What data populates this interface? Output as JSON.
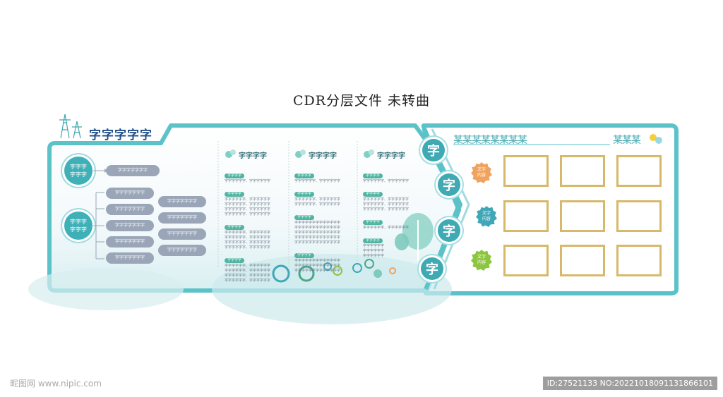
{
  "page_title": "CDR分层文件 未转曲",
  "left_panel": {
    "title": "字字字字字",
    "bubble_1": "字字字\n字字字",
    "bubble_2": "字字字\n字字字",
    "pill_top": "字字字字字字字",
    "pills_mid": [
      "字字字字字字字",
      "字字字字字字字",
      "字字字字字字字",
      "字字字字字字字",
      "字字字字字字字"
    ],
    "pills_right": [
      "字字字字字字字",
      "字字字字字字字",
      "字字字字字字字",
      "字字字字字字字"
    ]
  },
  "columns": [
    {
      "title": "字字字字",
      "sections": [
        {
          "label": "字字字字",
          "lines": [
            "字字字字字字、字字字字字字"
          ]
        },
        {
          "label": "字字字字",
          "lines": [
            "字字字字字字、字字字字字字",
            "字字字字字字、字字字字字字",
            "字字字字字字、字字字字字字",
            "字字字字字字、字字字字字字"
          ]
        },
        {
          "label": "字字字字",
          "lines": [
            "字字字字字字、字字字字字字",
            "字字字字字字、字字字字字字",
            "字字字字字字、字字字字字字",
            "字字字字字字、字字字字字字"
          ]
        },
        {
          "label": "字字字字",
          "lines": [
            "字字字字字字、字字字字字字",
            "字字字字字字、字字字字字字",
            "字字字字字字、字字字字字字",
            "字字字字字字、字字字字字字"
          ]
        }
      ]
    },
    {
      "title": "字字字字",
      "sections": [
        {
          "label": "字字字字",
          "lines": [
            "字字字字字字、字字字字字字"
          ]
        },
        {
          "label": "字字字字",
          "lines": [
            "字字字字字字、字字字字字字",
            "字字字字字字、字字字字字字"
          ]
        },
        {
          "label": "字字字字",
          "lines": [
            "字字字字字字字字字字字字字",
            "字字字字字字字字字字字字字",
            "字字字字字字字字字字字字字",
            "字字字字字字字字字字字字字",
            "字字字字字字字字字字字字字"
          ]
        },
        {
          "label": "字字字字",
          "lines": [
            "字字字字字字字字字字字字字",
            "字字字字字字字字字字字字字",
            "字字字字字字字字字字字字字"
          ]
        }
      ]
    },
    {
      "title": "字字字字",
      "sections": [
        {
          "label": "字字字字",
          "lines": [
            "字字字字字字、字字字字字字"
          ]
        },
        {
          "label": "字字字字",
          "lines": [
            "字字字字字字、字字字字字字",
            "字字字字字字、字字字字字字",
            "字字字字字字、字字字字字字"
          ]
        },
        {
          "label": "字字字字",
          "lines": [
            "字字字字字字、字字字字字字"
          ]
        },
        {
          "label": "字字字字",
          "lines": [
            "字字字字字字",
            "字字字字字字",
            "字字字字字字"
          ]
        }
      ]
    }
  ],
  "zi_circles": [
    "字",
    "字",
    "字",
    "字"
  ],
  "right_panel": {
    "title_left": "某某某某某某某某",
    "title_right": "某某某",
    "badges": [
      {
        "text": "文字\n内容",
        "color": "#f0a35e"
      },
      {
        "text": "文字\n内容",
        "color": "#3fa7b8"
      },
      {
        "text": "文字\n内容",
        "color": "#8cc63f"
      }
    ]
  },
  "watermark": "昵图网 www.nipic.com",
  "id_text": "ID:27521133 NO:20221018091131866101",
  "colors": {
    "teal": "#5bc2c8",
    "frame": "#d8b86a"
  }
}
